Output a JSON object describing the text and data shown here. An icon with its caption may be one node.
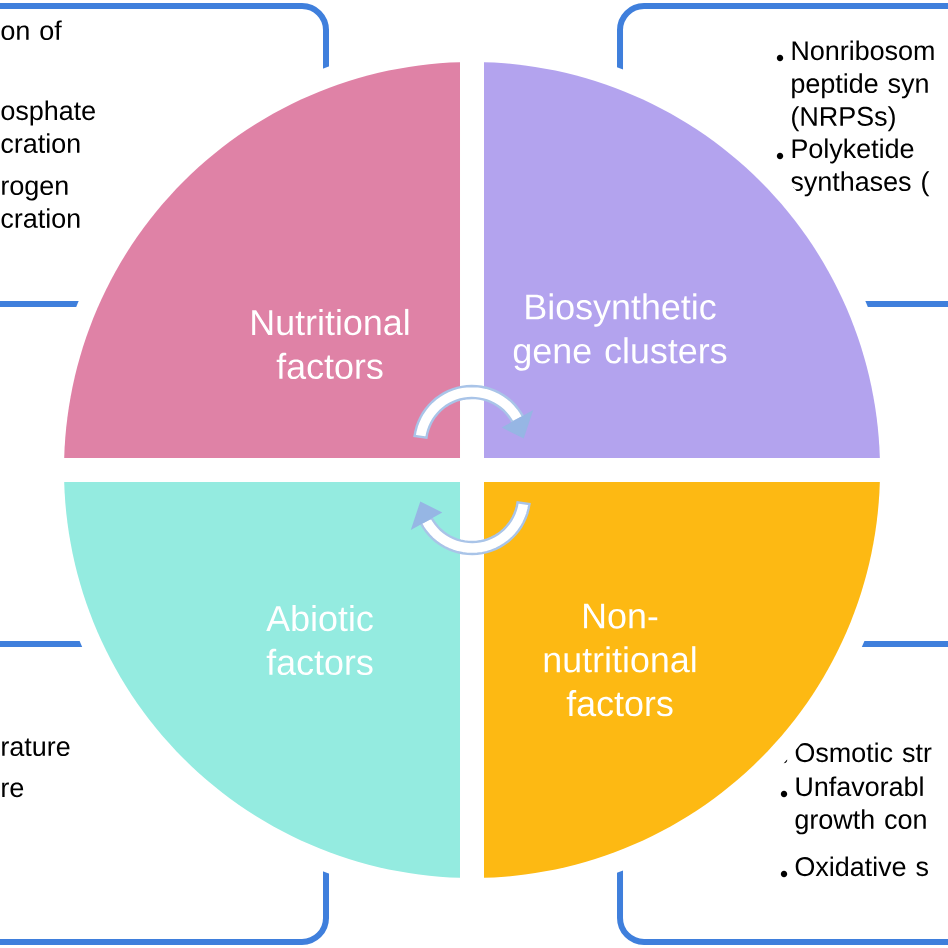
{
  "diagram": {
    "nodes": [
      {
        "text": [
          "on of",
          "osphate cration",
          "rogen cration"
        ]
      },
      {
        "text": [
          "Nonribosom peptide syn (NRPSs)",
          "Polyketide synthases ("
        ]
      },
      {
        "text": [
          "Nutritional factors"
        ]
      },
      {
        "text": [
          "Biosynthetic gene clusters"
        ]
      },
      {
        "text": [
          "Abiotic factors"
        ]
      },
      {
        "text": [
          "Non- nutritional factors"
        ]
      },
      {
        "text": [
          "rature",
          "re"
        ]
      },
      {
        "text": [
          "Osmotic str",
          "Unfavorabl growth con",
          "Oxidative s"
        ]
      }
    ],
    "edges": [
      {
        "from": 2,
        "to": 3,
        "arrow": "to"
      },
      {
        "from": 5,
        "to": 4,
        "arrow": "to"
      }
    ]
  }
}
